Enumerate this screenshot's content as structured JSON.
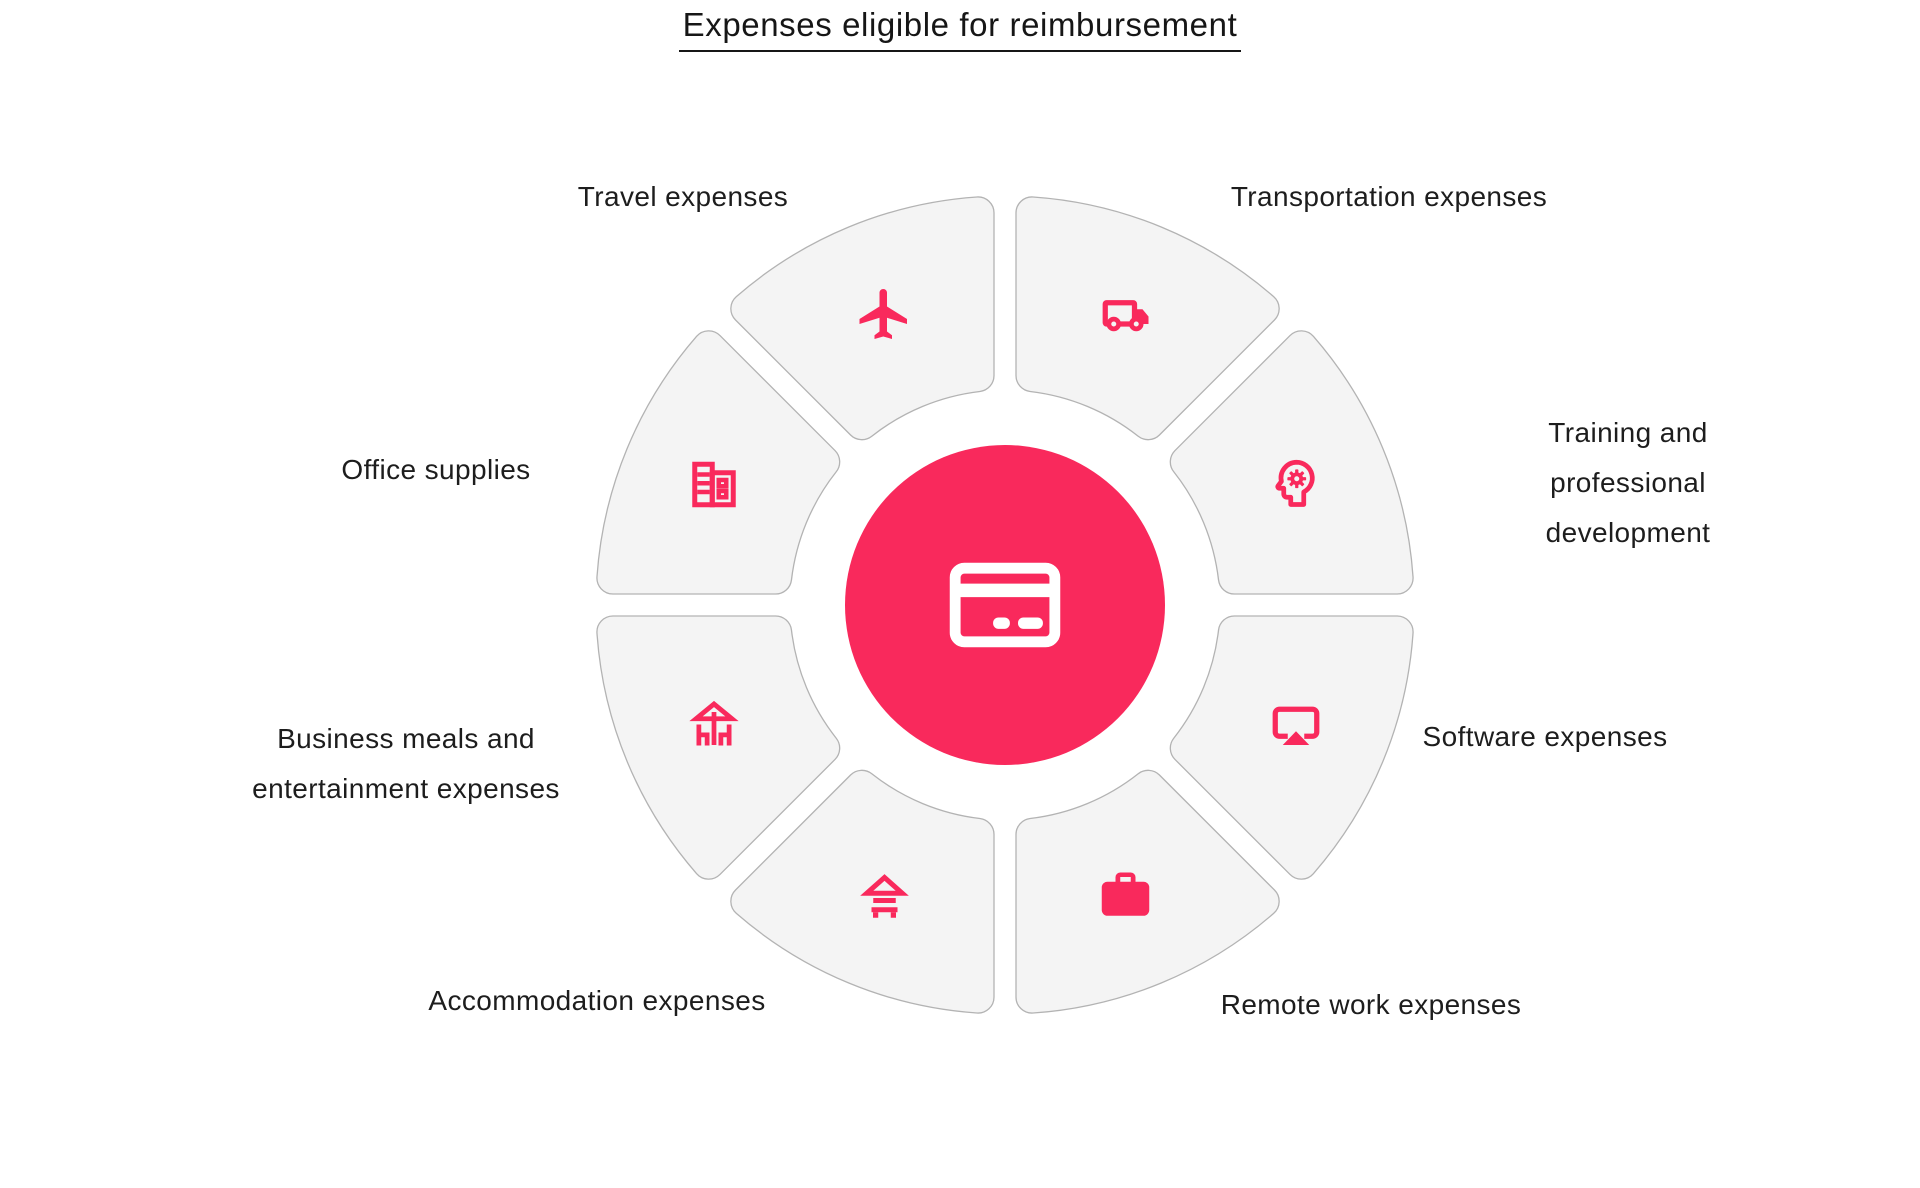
{
  "title": "Expenses eligible for reimbursement",
  "colors": {
    "accent": "#F9295C",
    "segment_bg": "#F4F4F4",
    "segment_border": "#B3B3B3",
    "text": "#1D1D1D",
    "center_icon_color": "#FFFFFF"
  },
  "center": {
    "icon": "credit-card-icon"
  },
  "segments": [
    {
      "label": "Travel expenses",
      "icon": "airplane-icon"
    },
    {
      "label": "Transportation expenses",
      "icon": "truck-icon"
    },
    {
      "label": "Training and professional\ndevelopment",
      "icon": "head-gear-icon"
    },
    {
      "label": "Software expenses",
      "icon": "screen-share-icon"
    },
    {
      "label": "Remote work expenses",
      "icon": "briefcase-icon"
    },
    {
      "label": "Accommodation expenses",
      "icon": "cabin-icon"
    },
    {
      "label": "Business meals and\nentertainment expenses",
      "icon": "outdoor-dining-icon"
    },
    {
      "label": "Office supplies",
      "icon": "office-building-icon"
    }
  ]
}
